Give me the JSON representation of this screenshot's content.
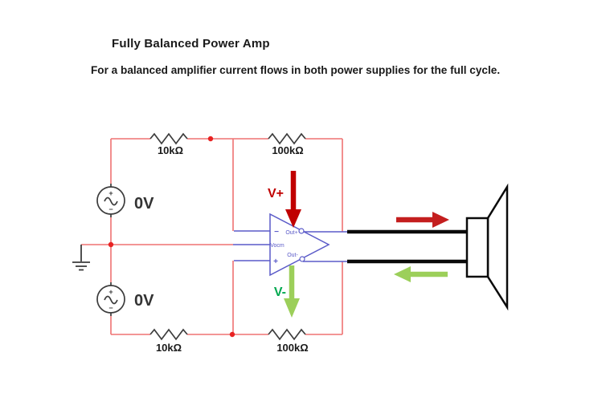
{
  "header": {
    "title": "Fully Balanced Power Amp",
    "subtitle": "For a balanced amplifier current flows in both power supplies for the full cycle."
  },
  "colors": {
    "wire": "#ef7272",
    "junction": "#e82222",
    "opamp": "#5a5ac8",
    "component": "#3c3c3c",
    "label": "#1a1a1a",
    "source_label": "#333333",
    "vplus": "#c00000",
    "vminus": "#00a84f",
    "arrow_red": "#c41e1e",
    "arrow_green": "#9ccf5a",
    "black_wire": "#0a0a0a"
  },
  "circuit": {
    "resistors": [
      {
        "label": "10kΩ"
      },
      {
        "label": "100kΩ"
      },
      {
        "label": "10kΩ"
      },
      {
        "label": "100kΩ"
      }
    ],
    "sources": [
      {
        "label": "0V",
        "plus": "+",
        "minus": "−"
      },
      {
        "label": "0V",
        "plus": "+",
        "minus": "−"
      }
    ],
    "opamp": {
      "inverting": "−",
      "noninverting": "+",
      "vocm": "Vocm",
      "out_plus": "Out+",
      "out_minus": "Out-"
    },
    "supplies": {
      "vplus": "V+",
      "vminus": "V-"
    }
  }
}
